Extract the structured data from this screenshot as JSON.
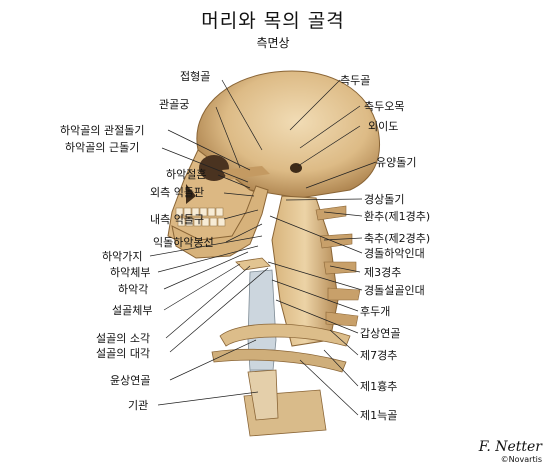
{
  "header": {
    "title": "머리와 목의 골격",
    "subtitle": "측면상"
  },
  "labels_left": {
    "sphenoid": "접형골",
    "zygomatic_arch": "관골궁",
    "articular_tubercle": "하악골의 관절돌기",
    "coronoid_process": "하악골의 근돌기",
    "mandibular_notch": "하악절흔",
    "external_pterygoid": "외측 익돌판",
    "hamulus": "내측 익돌구",
    "pterygomandibular_raphe": "익돌하악봉선",
    "ramus": "하악가지",
    "body": "하악체부",
    "angle": "하악각",
    "hyoid_body": "설골체부",
    "hyoid_lesser_horn": "설골의 소각",
    "hyoid_greater_horn": "설골의 대각",
    "cricoid": "윤상연골",
    "trachea": "기관"
  },
  "labels_right": {
    "temporal": "측두골",
    "temporal_squama": "측두오목",
    "external_meatus": "외이도",
    "mastoid": "유양돌기",
    "styloid": "경상돌기",
    "atlas": "환추(제1경추)",
    "axis": "축추(제2경추)",
    "stylomandibular_lig": "경돌하악인대",
    "c3": "제3경추",
    "stylohyoid_lig": "경돌설골인대",
    "epiglottis": "후두개",
    "thyroid_cartilage": "갑상연골",
    "c7": "제7경추",
    "t1": "제1흉추",
    "rib1": "제1늑골"
  },
  "credit": {
    "signature": "F. Netter",
    "copyright": "©Novartis"
  },
  "colors": {
    "bone": "#e6c89a",
    "bone_shade": "#b48a55",
    "cartilage": "#c9d4dc",
    "leader": "#222222"
  }
}
